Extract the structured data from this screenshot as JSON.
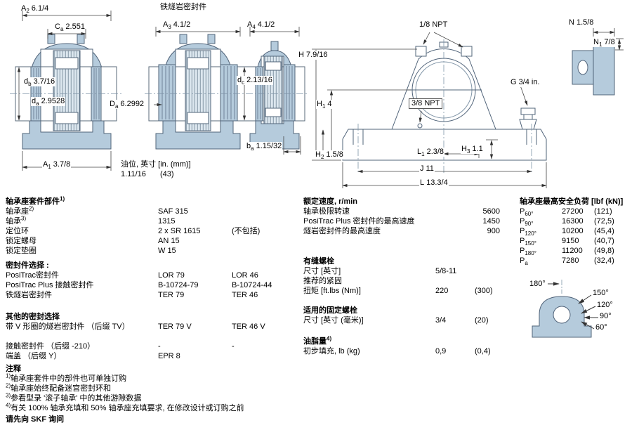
{
  "drawings": {
    "taconite_title": "铁燧岩密封件",
    "oil": {
      "label": "油位, 英寸 [in. (mm)]",
      "value": "1.11/16",
      "mm": "(43)"
    },
    "dims": {
      "a2": {
        "b": "A",
        "s": "2",
        "v": "6.1/4"
      },
      "ca": {
        "b": "C",
        "s": "a",
        "v": "2.551"
      },
      "db": {
        "b": "d",
        "s": "b",
        "v": "3.7/16"
      },
      "da": {
        "b": "d",
        "s": "a",
        "v": "2.9528"
      },
      "Da": {
        "b": "D",
        "s": "a",
        "v": "6.2992"
      },
      "a1": {
        "b": "A",
        "s": "1",
        "v": "3.7/8"
      },
      "a3": {
        "b": "A",
        "s": "3",
        "v": "4.1/2"
      },
      "a4": {
        "b": "A",
        "s": "4",
        "v": "4.1/2"
      },
      "dc": {
        "b": "d",
        "s": "c",
        "v": "2.13/16"
      },
      "ba": {
        "b": "b",
        "s": "a",
        "v": "1.15/32"
      },
      "h": {
        "b": "H",
        "s": "",
        "v": "7.9/16"
      },
      "h1": {
        "b": "H",
        "s": "1",
        "v": "4"
      },
      "h2": {
        "b": "H",
        "s": "2",
        "v": "1.5/8"
      },
      "h3": {
        "b": "H",
        "s": "3",
        "v": "1.1"
      },
      "g": {
        "b": "G",
        "s": "",
        "v": "3/4 in."
      },
      "l1": {
        "b": "L",
        "s": "1",
        "v": "2.3/8"
      },
      "j": {
        "b": "J",
        "s": "",
        "v": "11"
      },
      "l": {
        "b": "L",
        "s": "",
        "v": "13.3/4"
      },
      "n": {
        "b": "N",
        "s": "",
        "v": "1.5/8"
      },
      "n1": {
        "b": "N",
        "s": "1",
        "v": "7/8"
      },
      "npt_top": "1/8 NPT",
      "npt_side": "3/8 NPT"
    }
  },
  "parts": {
    "header": "轴承座套件部件",
    "header_sup": "1)",
    "rows": [
      {
        "label": "轴承座",
        "sup": "2)",
        "v1": "SAF 315",
        "v2": ""
      },
      {
        "label": "轴承",
        "sup": "3)",
        "v1": "1315",
        "v2": ""
      },
      {
        "label": "定位环",
        "sup": "",
        "v1": "2 x SR 1615",
        "v2": "(不包括)"
      },
      {
        "label": "锁定螺母",
        "sup": "",
        "v1": "AN 15",
        "v2": ""
      },
      {
        "label": "锁定垫圈",
        "sup": "",
        "v1": "W 15",
        "v2": ""
      }
    ]
  },
  "seal_select": {
    "header": "密封件选择 :",
    "rows": [
      {
        "label": "PosiTrac密封件",
        "v1": "LOR 79",
        "v2": "LOR 46"
      },
      {
        "label": "PosiTrac Plus 接触密封件",
        "v1": "B-10724-79",
        "v2": "B-10724-44"
      },
      {
        "label": "铁燧岩密封件",
        "v1": "TER 79",
        "v2": "TER 46"
      }
    ]
  },
  "other_seals": {
    "header": "其他的密封选择",
    "rows": [
      {
        "label": "带 V 形圈的燧岩密封件 （后缀 TV）",
        "v1": "TER 79 V",
        "v2": "TER 46 V"
      },
      {
        "label": "接触密封件 （后缀 -210）",
        "v1": "-",
        "v2": "-"
      },
      {
        "label": "端盖 （后缀 Y）",
        "v1": "EPR 8",
        "v2": ""
      }
    ]
  },
  "speeds": {
    "header": "额定速度, r/min",
    "rows": [
      {
        "label": "轴承极限转速",
        "v": "5600"
      },
      {
        "label": "PosiTrac Plus 密封件的最高速度",
        "v": "1450"
      },
      {
        "label": "燧岩密封件的最高速度",
        "v": "900"
      }
    ]
  },
  "cap_bolts": {
    "header": "有缝螺栓",
    "size_label": "尺寸 [英寸]",
    "size_value": "5/8-11",
    "torque_label1": "推荐的紧固",
    "torque_label2": "扭矩 [ft.lbs (Nm)]",
    "torque_value": "220",
    "torque_alt": "(300)"
  },
  "attach_bolts": {
    "header": "适用的固定螺栓",
    "size_label": "尺寸 [英寸 (毫米)]",
    "size_value": "3/4",
    "size_alt": "(20)"
  },
  "grease": {
    "header": "油脂量",
    "header_sup": "4)",
    "label": "初步填充, lb (kg)",
    "value": "0,9",
    "alt": "(0,4)"
  },
  "loads": {
    "header": "轴承座最高安全负荷 [lbf (kN)]",
    "rows": [
      {
        "base": "P",
        "sub": "60°",
        "v": "27200",
        "alt": "(121)"
      },
      {
        "base": "P",
        "sub": "90°",
        "v": "16300",
        "alt": "(72,5)"
      },
      {
        "base": "P",
        "sub": "120°",
        "v": "10200",
        "alt": "(45,4)"
      },
      {
        "base": "P",
        "sub": "150°",
        "v": "9150",
        "alt": "(40,7)"
      },
      {
        "base": "P",
        "sub": "180°",
        "v": "11200",
        "alt": "(49,8)"
      },
      {
        "base": "P",
        "sub": "a",
        "v": "7280",
        "alt": "(32,4)"
      }
    ],
    "angles": [
      "180°",
      "150°",
      "120°",
      "90°",
      "60°"
    ]
  },
  "notes": {
    "header": "注释",
    "items": [
      {
        "sup": "1)",
        "text": "轴承座套件中的部件也可单独订购"
      },
      {
        "sup": "2)",
        "text": "轴承座始终配备迷宫密封环和"
      },
      {
        "sup": "3)",
        "text": "参看型录 '滚子轴承' 中的其他游隙数据"
      },
      {
        "sup": "4)",
        "text": "有关 100% 轴承充填和 50% 轴承座充填要求, 在修改设计或订购之前"
      }
    ],
    "footer": "请先向 SKF 询问"
  }
}
